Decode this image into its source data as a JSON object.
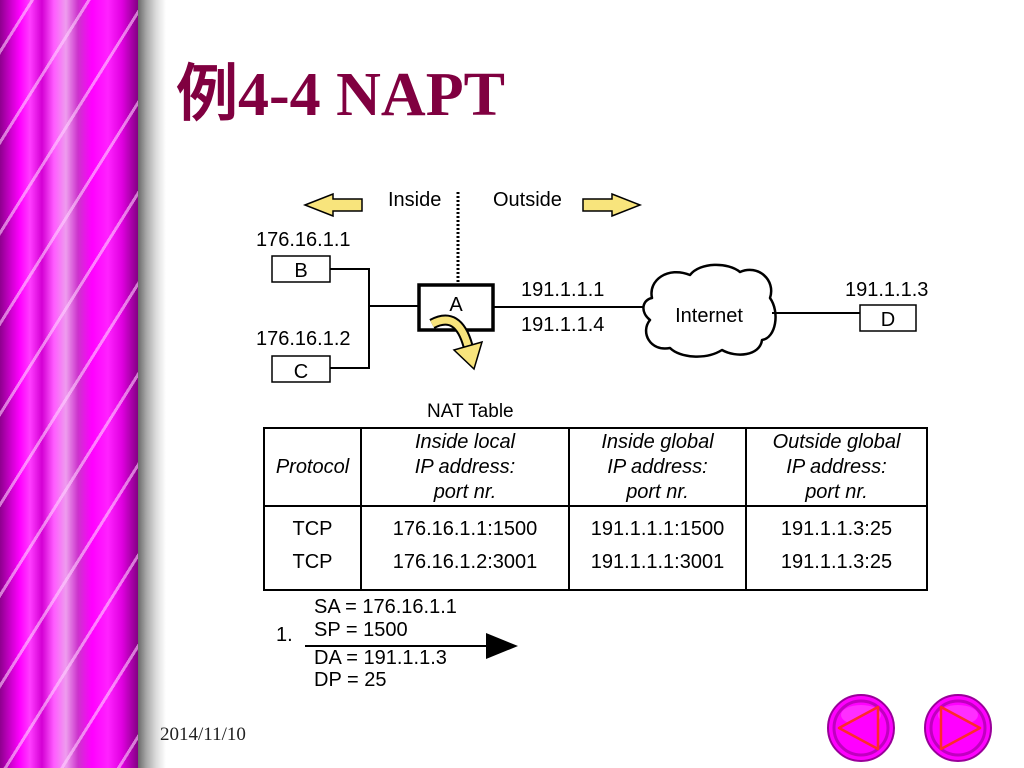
{
  "slide": {
    "title": "例4-4 NAPT",
    "date": "2014/11/10"
  },
  "colors": {
    "accent": "#ff00ff",
    "title": "#800040",
    "highlight_arrow": "#f8e47c"
  },
  "diagram": {
    "inside_label": "Inside",
    "outside_label": "Outside",
    "host_b": {
      "name": "B",
      "ip": "176.16.1.1"
    },
    "host_c": {
      "name": "C",
      "ip": "176.16.1.2"
    },
    "device_a": {
      "name": "A",
      "outside_ips": [
        "191.1.1.1",
        "191.1.1.4"
      ]
    },
    "cloud_label": "Internet",
    "host_d": {
      "name": "D",
      "ip": "191.1.1.3"
    }
  },
  "nat_table": {
    "caption": "NAT Table",
    "headers": [
      [
        "Protocol"
      ],
      [
        "Inside local",
        "IP address:",
        "port nr."
      ],
      [
        "Inside global",
        "IP address:",
        "port nr."
      ],
      [
        "Outside global",
        "IP address:",
        "port nr."
      ]
    ],
    "rows": [
      [
        "TCP",
        "176.16.1.1:1500",
        "191.1.1.1:1500",
        "191.1.1.3:25"
      ],
      [
        "TCP",
        "176.16.1.2:3001",
        "191.1.1.1:3001",
        "191.1.1.3:25"
      ]
    ]
  },
  "packet": {
    "step": "1.",
    "fields": [
      "SA = 176.16.1.1",
      "SP = 1500",
      "DA = 191.1.1.3",
      "DP = 25"
    ]
  },
  "icons": {
    "inside_arrow": "arrow-left-icon",
    "outside_arrow": "arrow-right-icon",
    "translation_arrow": "curved-arrow-icon",
    "packet_arrow": "arrow-right-icon",
    "prev_button": "triangle-left-icon",
    "next_button": "triangle-right-icon"
  }
}
